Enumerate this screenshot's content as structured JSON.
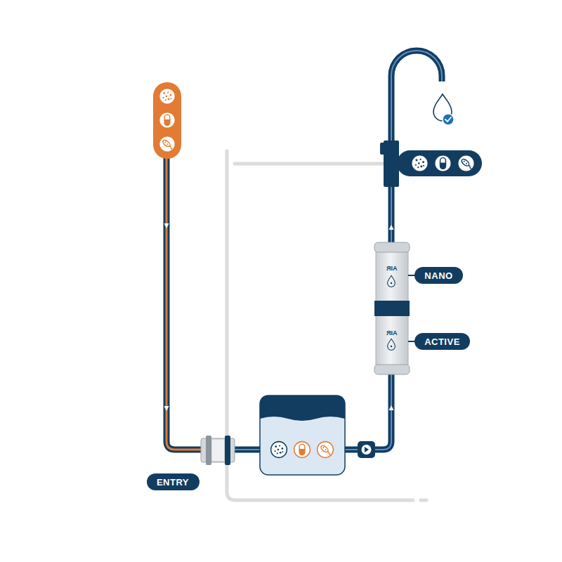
{
  "diagram": {
    "nodes": [
      {
        "text": [
          "AIR"
        ]
      },
      {
        "text": [
          "NANO"
        ]
      },
      {
        "text": [
          "AIR"
        ]
      },
      {
        "text": [
          "ACTIVE"
        ]
      },
      {
        "text": [
          "ENTRY"
        ]
      }
    ],
    "edges": [
      {
        "from": 1,
        "to": 0,
        "arrow": "none"
      },
      {
        "from": 3,
        "to": 2,
        "arrow": "none"
      }
    ]
  }
}
